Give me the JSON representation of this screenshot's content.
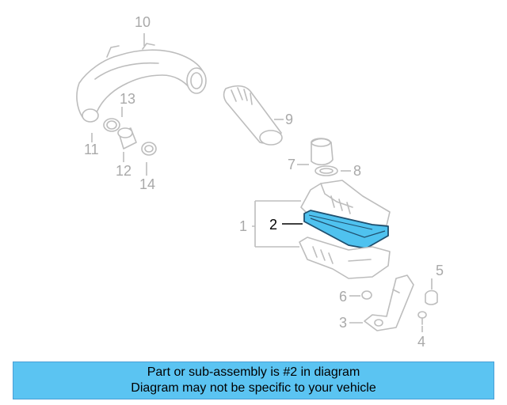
{
  "colors": {
    "highlight": "#4fc2ef",
    "banner": "#5bc4f2",
    "line": "#bdbdbd",
    "callout": "#a9a9a9"
  },
  "callouts": {
    "c1": "1",
    "c2": "2",
    "c3": "3",
    "c4": "4",
    "c5": "5",
    "c6": "6",
    "c7": "7",
    "c8": "8",
    "c9": "9",
    "c10": "10",
    "c11": "11",
    "c12": "12",
    "c13": "13",
    "c14": "14"
  },
  "banner": {
    "line1": "Part or sub-assembly is #2 in diagram",
    "line2": "Diagram may not be specific to your vehicle"
  }
}
